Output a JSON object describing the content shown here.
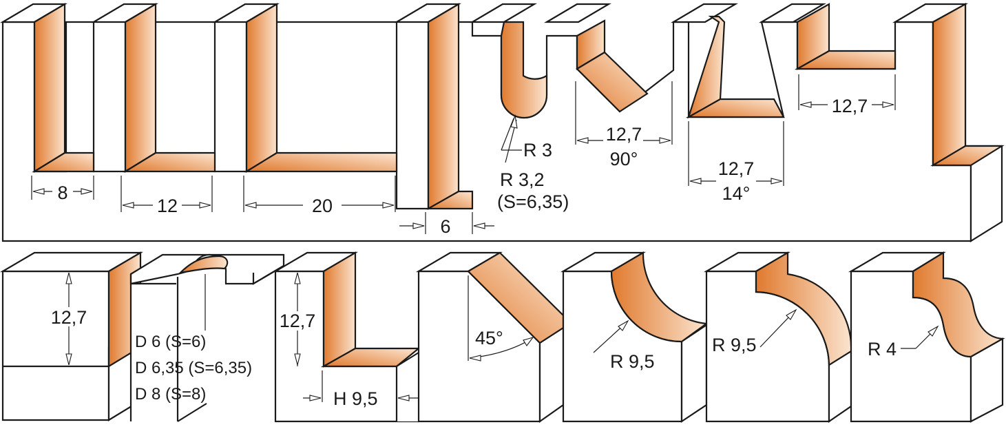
{
  "colors": {
    "cut_dark": "#e07a2e",
    "cut_light": "#fbe4cf",
    "outline": "#1a1a1a",
    "background": "#ffffff"
  },
  "top_row": {
    "groove_8": "8",
    "groove_12": "12",
    "groove_20": "20",
    "groove_6": "6",
    "core_box": {
      "r1": "R 3",
      "r2": "R 3,2",
      "shank": "(S=6,35)"
    },
    "v_groove": {
      "width": "12,7",
      "angle": "90°"
    },
    "dovetail": {
      "width": "12,7",
      "angle": "14°"
    },
    "t_slot": {
      "width": "12,7"
    }
  },
  "bottom_row": {
    "flush": {
      "height": "12,7"
    },
    "ogee_bit": {
      "sizes": [
        "D 6 (S=6)",
        "D 6,35 (S=6,35)",
        "D 8 (S=8)"
      ]
    },
    "rabbet": {
      "height": "12,7",
      "depth": "H 9,5"
    },
    "chamfer": {
      "angle": "45°"
    },
    "cove": {
      "radius": "R 9,5"
    },
    "roundover": {
      "radius": "R 9,5"
    },
    "ogee": {
      "radius": "R 4"
    }
  }
}
